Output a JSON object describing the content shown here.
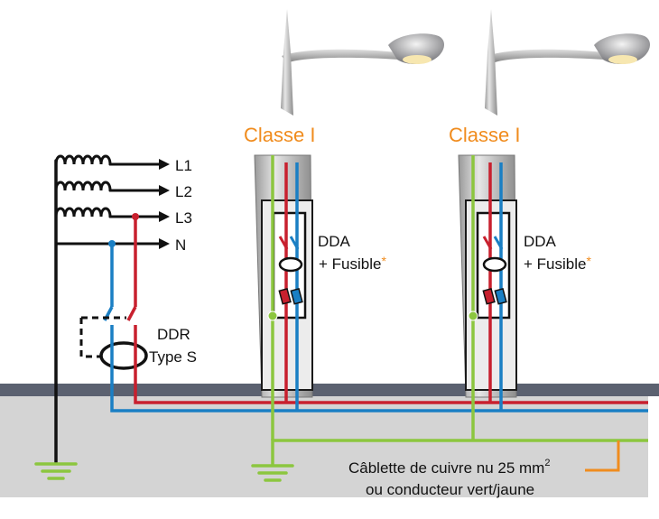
{
  "poles": [
    {
      "class_label": "Classe I",
      "box_label_1": "DDA",
      "box_label_2": "+ Fusible",
      "asterisk": "*"
    },
    {
      "class_label": "Classe I",
      "box_label_1": "DDA",
      "box_label_2": "+ Fusible",
      "asterisk": "*"
    }
  ],
  "supply": {
    "lines": [
      "L1",
      "L2",
      "L3",
      "N"
    ]
  },
  "ddr": {
    "line1": "DDR",
    "line2": "Type S"
  },
  "cable_note": {
    "line1_text": "Câblette de cuivre nu 25 mm",
    "superscript": "2",
    "line2": "ou conducteur vert/jaune"
  },
  "colors": {
    "phase": "#c8202e",
    "neutral": "#1a7fc4",
    "earth": "#8cc63f",
    "accent": "#f08c1e",
    "ground_band": "#5b6170",
    "soil": "#d4d4d4",
    "pole": "#b8b8b8",
    "wire_black": "#111111"
  }
}
